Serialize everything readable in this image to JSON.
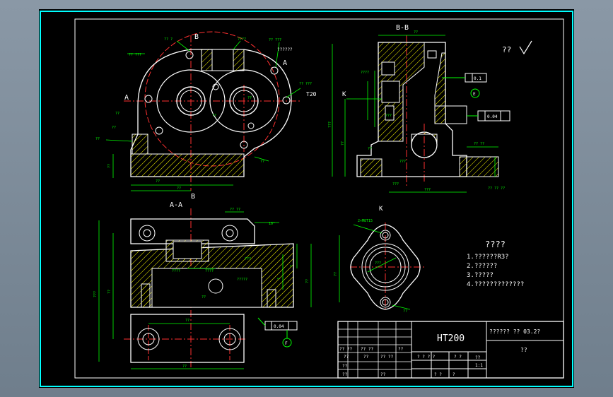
{
  "colors": {
    "background": "#000000",
    "frame": "#00ffff",
    "outline": "#ffffff",
    "dimension": "#00ff00",
    "center_line": "#ff3030",
    "hatch": "#ffff00",
    "text": "#ffffff"
  },
  "views": {
    "main_section": "B",
    "main_section_bottom": "B",
    "section_bb": "B-B",
    "section_aa": "A-A",
    "view_k": "K",
    "label_a_left": "A",
    "label_a_right": "A",
    "label_k": "K"
  },
  "annotations": {
    "tolerance_1": "T20",
    "tolerance_2": "??????",
    "roughness_note": "??",
    "thread_note": "2×M8T15"
  },
  "feature_frames": {
    "f1": "0.1",
    "f2": "0.04",
    "f3": "0.04",
    "datum_e": "E",
    "datum_f": "F"
  },
  "tech_requirements": {
    "title": "????",
    "items": [
      "1.??????R3?",
      "2.??????",
      "3.?????",
      "4.?????????????"
    ]
  },
  "title_block": {
    "material": "HT200",
    "drawing_name": "?????? ?? 03.2?",
    "company": "??",
    "scale_value": "1:1",
    "cell_q": "??",
    "row_labels": [
      "?? ??",
      "?? ??",
      "?? ??"
    ],
    "col_labels": [
      "? ? ? ?",
      "? ?",
      "? ?"
    ]
  }
}
